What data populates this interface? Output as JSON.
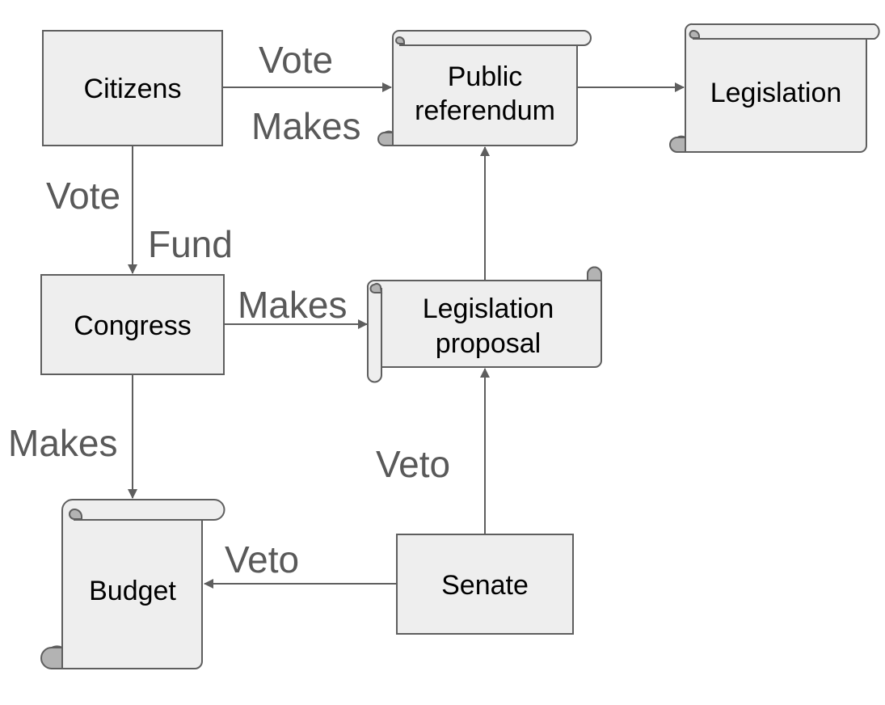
{
  "nodes": {
    "citizens": "Citizens",
    "referendum_line1": "Public",
    "referendum_line2": "referendum",
    "legislation": "Legislation",
    "congress": "Congress",
    "proposal_line1": "Legislation",
    "proposal_line2": "proposal",
    "budget": "Budget",
    "senate": "Senate"
  },
  "edges": {
    "citizens_referendum_vote": "Vote",
    "citizens_referendum_makes": "Makes",
    "citizens_congress_vote": "Vote",
    "citizens_congress_fund": "Fund",
    "congress_proposal": "Makes",
    "congress_budget": "Makes",
    "senate_proposal": "Veto",
    "senate_budget": "Veto"
  },
  "colors": {
    "node_fill": "#eeeeee",
    "stroke": "#5e5e5e",
    "curl_fill": "#b3b3b3",
    "edge_label": "#595959"
  }
}
